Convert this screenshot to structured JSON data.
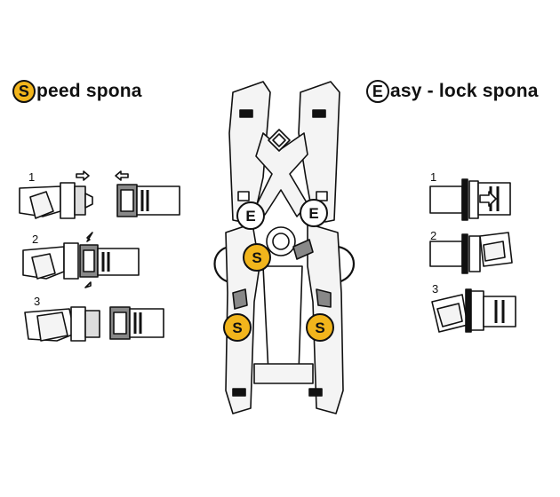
{
  "speed_title": {
    "badge_letter": "S",
    "rest": "peed spona",
    "badge_color": "#f2b51c"
  },
  "easy_title": {
    "badge_letter": "E",
    "rest": "asy - lock spona"
  },
  "speed_steps": [
    "1",
    "2",
    "3"
  ],
  "easy_steps": [
    "1",
    "2",
    "3"
  ],
  "harness_markers": {
    "speed": "S",
    "easy": "E"
  },
  "colors": {
    "ink": "#111111",
    "accent": "#f2b51c",
    "paper": "#ffffff",
    "strap_fill": "#f4f4f4"
  }
}
